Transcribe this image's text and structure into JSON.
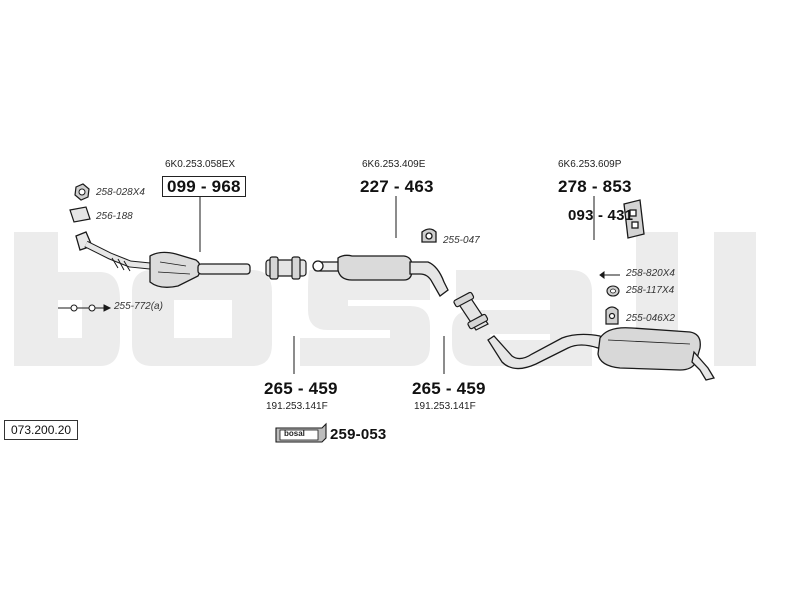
{
  "diagram_ref": "073.200.20",
  "watermark": "bosal",
  "groups": {
    "catalyst": {
      "oem": "6K0.253.058EX",
      "part": "099 - 968"
    },
    "middle": {
      "oem": "6K6.253.409E",
      "part": "227 - 463"
    },
    "rear": {
      "oem": "6K6.253.609P",
      "part": "278 - 853"
    },
    "clamp_left": {
      "part": "265 - 459",
      "oem": "191.253.141F"
    },
    "clamp_right": {
      "part": "265 - 459",
      "oem": "191.253.141F"
    }
  },
  "small_parts": {
    "nut": "258-028X4",
    "gasket": "256-188",
    "bolt_kit": "255-772(a)",
    "hanger_mid": "255-047",
    "bolt_rear": "258-820X4",
    "washer_rear": "258-117X4",
    "hanger_rear": "255-046X2"
  },
  "bracket_part": "093 - 431",
  "paste": {
    "box_text": "bosal",
    "part": "259-053"
  },
  "colors": {
    "watermark": "#efefef",
    "outline": "#1a1a1a",
    "fill": "#d9d9d9"
  }
}
